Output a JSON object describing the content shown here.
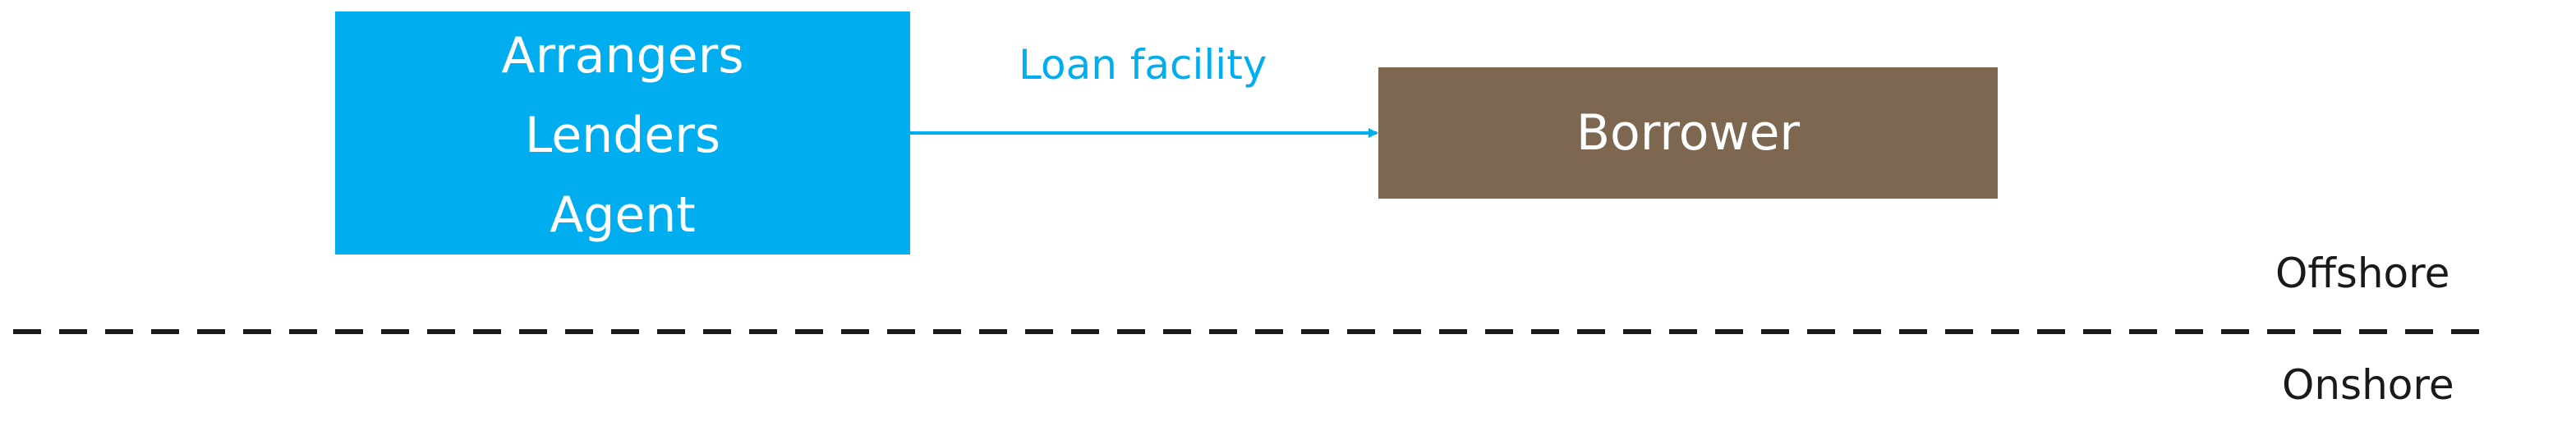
{
  "diagram": {
    "lenders_group": {
      "parties": [
        "Arrangers",
        "Lenders",
        "Agent"
      ],
      "color": "#00adee"
    },
    "borrower": {
      "label": "Borrower",
      "color": "#7d6750"
    },
    "flow": {
      "label": "Loan facility",
      "from": "lenders_group",
      "to": "borrower",
      "color": "#00adee"
    },
    "boundary": {
      "upper_zone": "Offshore",
      "lower_zone": "Onshore"
    }
  }
}
